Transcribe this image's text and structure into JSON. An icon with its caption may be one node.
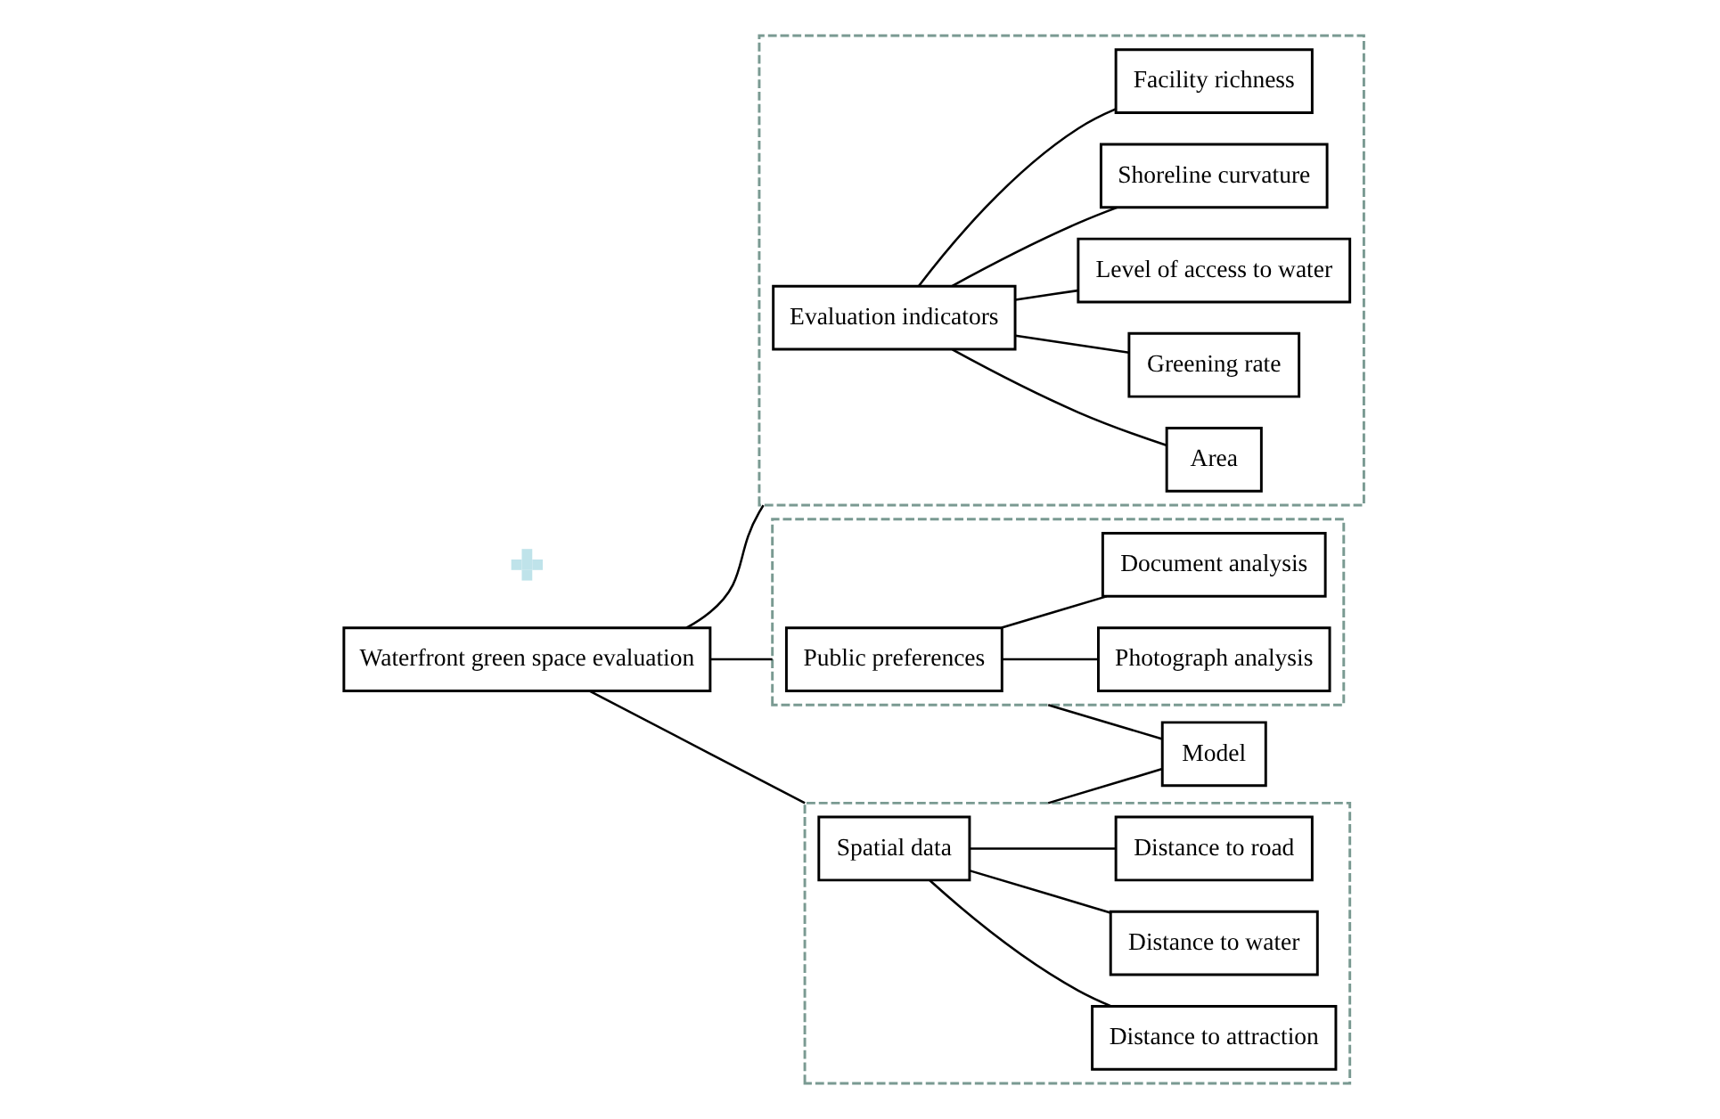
{
  "diagram": {
    "nodes": [
      {
        "text": [
          "Waterfront green space evaluation"
        ]
      },
      {
        "text": [],
        "shape": "box"
      },
      {
        "text": [
          "Evaluation indicators"
        ],
        "in": 1
      },
      {
        "text": [
          "Area"
        ],
        "in": 1
      },
      {
        "text": [
          "Greening rate"
        ],
        "in": 1
      },
      {
        "text": [
          "Level of access to water"
        ],
        "in": 1
      },
      {
        "text": [
          "Shoreline curvature"
        ],
        "in": 1
      },
      {
        "text": [
          "Facility richness"
        ],
        "in": 1
      },
      {
        "text": [],
        "shape": "box"
      },
      {
        "text": [
          "Public preferences"
        ],
        "in": 8
      },
      {
        "text": [
          "Photograph analysis"
        ],
        "in": 8
      },
      {
        "text": [
          "Document analysis"
        ],
        "in": 8
      },
      {
        "text": [],
        "shape": "cross"
      },
      {
        "text": [],
        "shape": "box"
      },
      {
        "text": [
          "Spatial data"
        ],
        "in": 13
      },
      {
        "text": [
          "Distance to attraction"
        ],
        "in": 13
      },
      {
        "text": [
          "Distance to water"
        ],
        "in": 13
      },
      {
        "text": [
          "Distance to road"
        ],
        "in": 13
      },
      {
        "text": [
          "Model"
        ]
      }
    ],
    "edges": [
      {
        "from": 0,
        "to": 1,
        "arrow": "none"
      },
      {
        "from": 0,
        "to": 8,
        "arrow": "none"
      },
      {
        "from": 0,
        "to": 13,
        "arrow": "none"
      },
      {
        "from": 2,
        "to": 3,
        "arrow": "none"
      },
      {
        "from": 2,
        "to": 4,
        "arrow": "none"
      },
      {
        "from": 2,
        "to": 5,
        "arrow": "none"
      },
      {
        "from": 2,
        "to": 6,
        "arrow": "none"
      },
      {
        "from": 2,
        "to": 7,
        "arrow": "none"
      },
      {
        "from": 9,
        "to": 10,
        "arrow": "none"
      },
      {
        "from": 9,
        "to": 11,
        "arrow": "none"
      },
      {
        "from": 14,
        "to": 15,
        "arrow": "none"
      },
      {
        "from": 14,
        "to": 16,
        "arrow": "none"
      },
      {
        "from": 14,
        "to": 17,
        "arrow": "none"
      },
      {
        "from": 8,
        "to": 18,
        "arrow": "none"
      },
      {
        "from": 13,
        "to": 18,
        "arrow": "none"
      }
    ]
  }
}
